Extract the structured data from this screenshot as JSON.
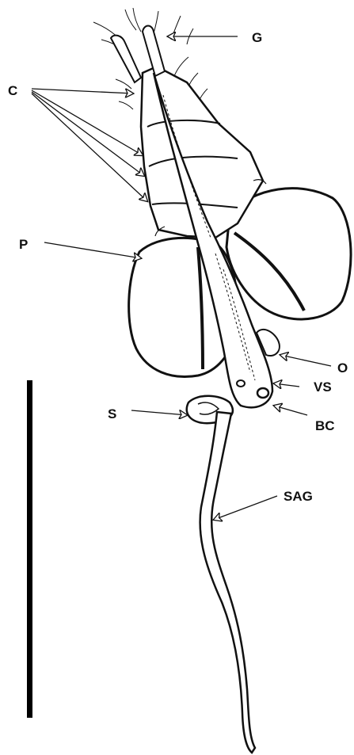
{
  "figure": {
    "labels": {
      "G": "G",
      "C": "C",
      "P": "P",
      "O": "O",
      "VS": "VS",
      "S": "S",
      "BC": "BC",
      "SAG": "SAG"
    },
    "colors": {
      "ink": "#111111",
      "background": "#ffffff",
      "scale_bar": "#000000"
    }
  }
}
